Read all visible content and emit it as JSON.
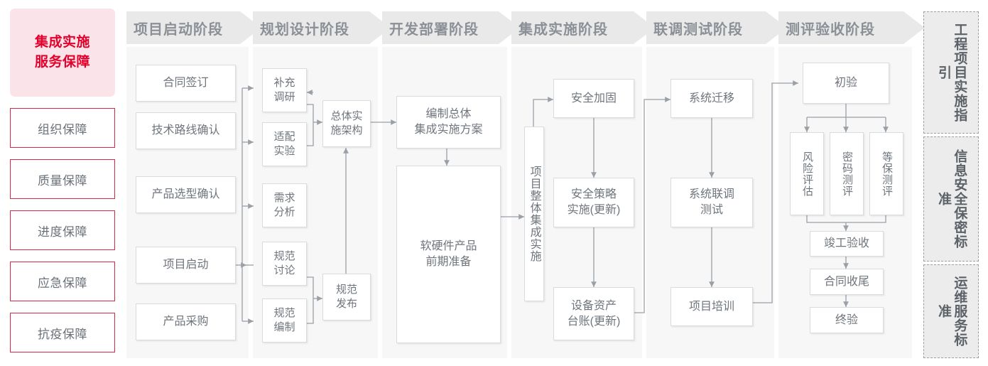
{
  "sidebar": {
    "title": "集成实施\n服务保障",
    "title_line1": "集成实施",
    "title_line2": "服务保障",
    "items": [
      {
        "label": "组织保障"
      },
      {
        "label": "质量保障"
      },
      {
        "label": "进度保障"
      },
      {
        "label": "应急保障"
      },
      {
        "label": "抗疫保障"
      }
    ]
  },
  "lanes": [
    {
      "id": "start",
      "header": "项目启动阶段"
    },
    {
      "id": "planning",
      "header": "规划设计阶段"
    },
    {
      "id": "develop",
      "header": "开发部署阶段"
    },
    {
      "id": "integrate",
      "header": "集成实施阶段"
    },
    {
      "id": "jointtest",
      "header": "联调测试阶段"
    },
    {
      "id": "acceptance",
      "header": "测评验收阶段"
    }
  ],
  "nodes": {
    "start": [
      {
        "label": "合同签订"
      },
      {
        "label": "技术路线确认"
      },
      {
        "label": "产品选型确认"
      },
      {
        "label": "项目启动"
      },
      {
        "label": "产品采购"
      }
    ],
    "planning_left": [
      {
        "line1": "补充",
        "line2": "调研"
      },
      {
        "line1": "适配",
        "line2": "实验"
      },
      {
        "line1": "需求",
        "line2": "分析"
      },
      {
        "line1": "规范",
        "line2": "讨论"
      },
      {
        "line1": "规范",
        "line2": "编制"
      }
    ],
    "planning_right": [
      {
        "line1": "总体实",
        "line2": "施架构"
      },
      {
        "line1": "规范",
        "line2": "发布"
      }
    ],
    "develop": [
      {
        "line1": "编制总体",
        "line2": "集成实施方案"
      },
      {
        "line1": "软硬件产品",
        "line2": "前期准备"
      }
    ],
    "integrate_spine": {
      "label": "项目整体集成实施"
    },
    "integrate": [
      {
        "line1": "安全加固",
        "line2": ""
      },
      {
        "line1": "安全策略",
        "line2": "实施(更新)"
      },
      {
        "line1": "设备资产",
        "line2": "台账(更新)"
      }
    ],
    "jointtest": [
      {
        "line1": "系统迁移",
        "line2": ""
      },
      {
        "line1": "系统联调",
        "line2": "测试"
      },
      {
        "line1": "项目培训",
        "line2": ""
      }
    ],
    "acceptance_top": {
      "label": "初验"
    },
    "acceptance_tests": [
      {
        "label": "风险评估"
      },
      {
        "label": "密码测评"
      },
      {
        "label": "等保测评"
      }
    ],
    "acceptance_tail": [
      {
        "label": "竣工验收"
      },
      {
        "label": "合同收尾"
      },
      {
        "label": "终验"
      }
    ]
  },
  "standards": [
    {
      "label": "工程项目实施指引",
      "col_right": "程目施引",
      "col_left": "工项实指"
    },
    {
      "label": "信息安全保密标准",
      "col_right": "息全密准",
      "col_left": "信安保标"
    },
    {
      "label": "运维服务标准",
      "col_right": "维务准",
      "col_left": "运服标"
    }
  ],
  "colors": {
    "accent_red": "#e4002b",
    "sidebar_border": "#d8294a",
    "sidebar_title_bg": "#fbe4e9",
    "lane_header_bg": "#e9e9e9",
    "lane_body_bg": "#f7f7f7",
    "box_border": "#d9dcdf",
    "text_gray": "#6f757c",
    "connector": "#9aa0a6",
    "std_bg": "#ececec",
    "std_border": "#9aa0a6"
  }
}
